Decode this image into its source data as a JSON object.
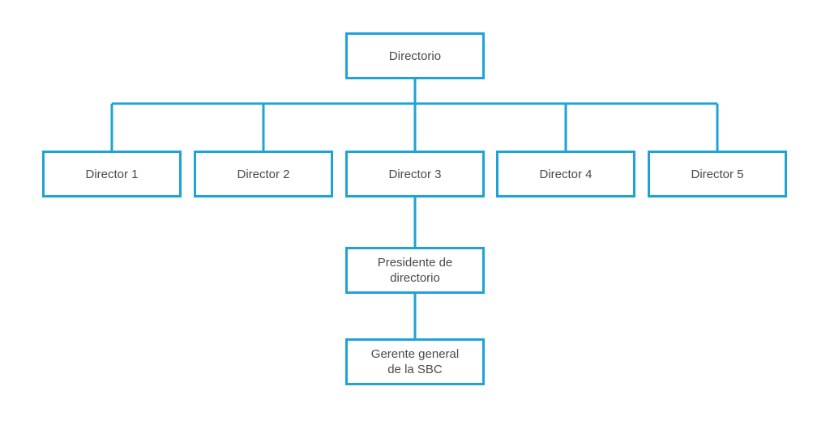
{
  "colors": {
    "line": "#1ea3d6",
    "box_border": "#1ea3d6",
    "text": "#4a4a4a",
    "background": "#ffffff"
  },
  "nodes": {
    "root": "Directorio",
    "directors": [
      "Director 1",
      "Director 2",
      "Director 3",
      "Director 4",
      "Director 5"
    ],
    "president": "Presidente de\ndirectorio",
    "general_manager": "Gerente general\nde la SBC"
  },
  "edges": [
    [
      "Directorio",
      "Director 1"
    ],
    [
      "Directorio",
      "Director 2"
    ],
    [
      "Directorio",
      "Director 3"
    ],
    [
      "Directorio",
      "Director 4"
    ],
    [
      "Directorio",
      "Director 5"
    ],
    [
      "Director 3",
      "Presidente de directorio"
    ],
    [
      "Presidente de directorio",
      "Gerente general de la SBC"
    ]
  ]
}
